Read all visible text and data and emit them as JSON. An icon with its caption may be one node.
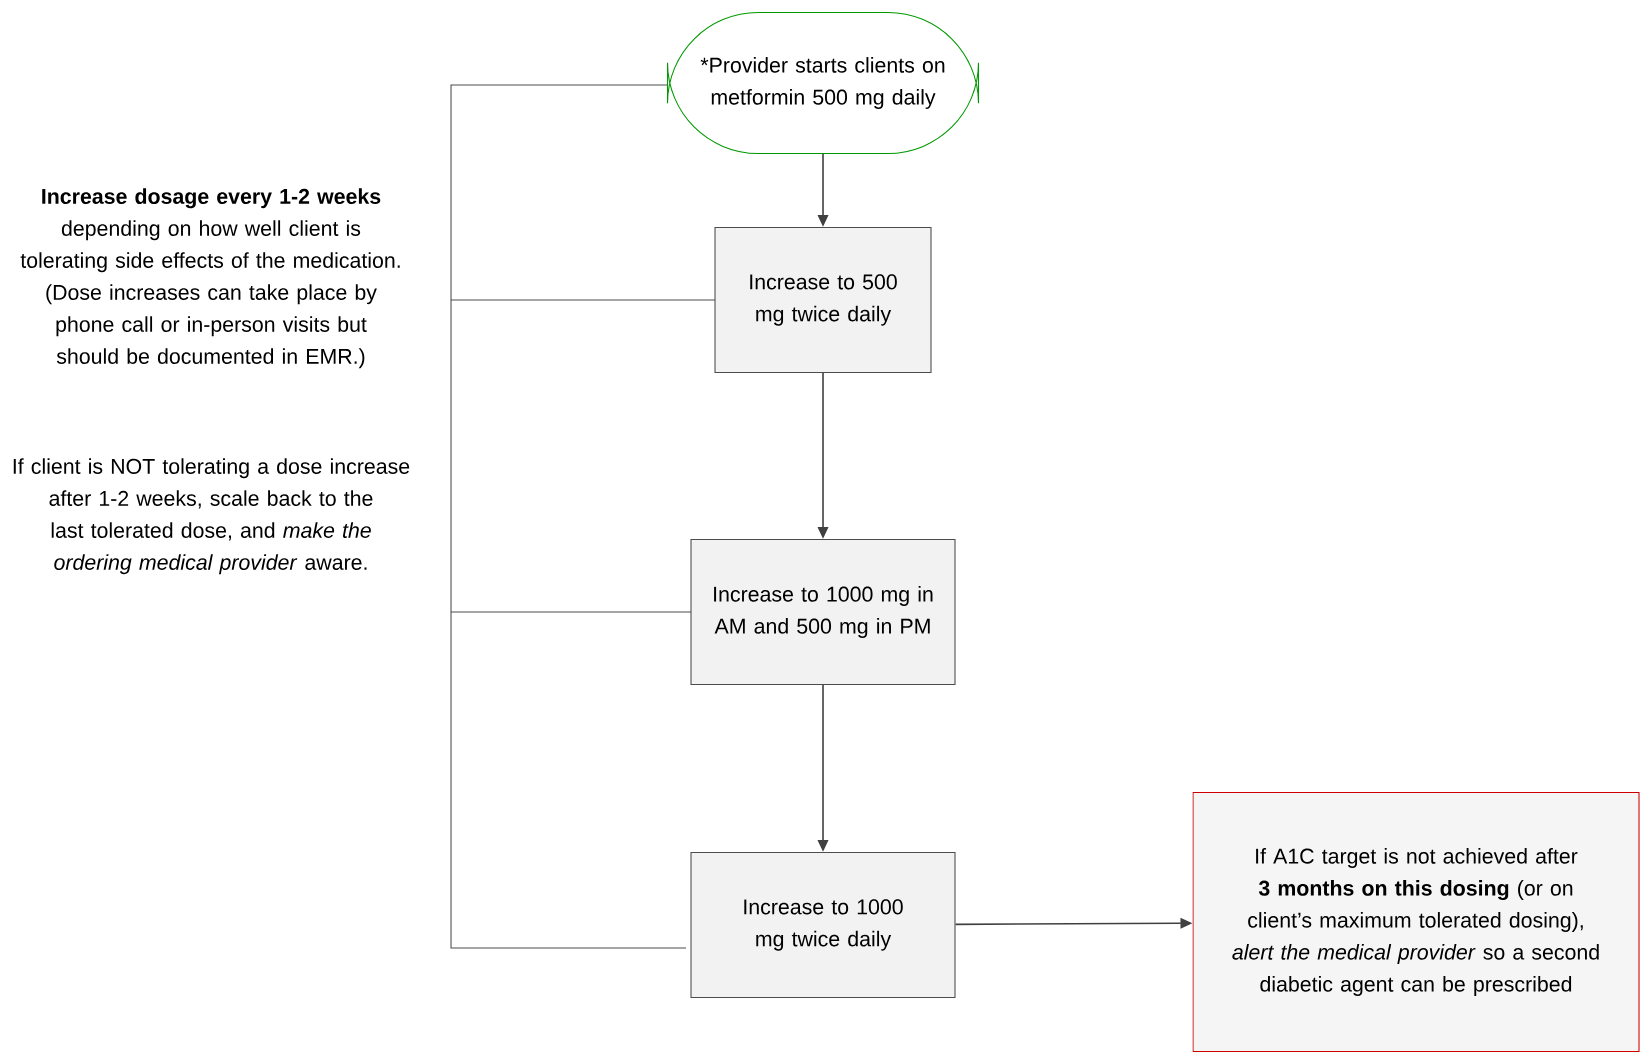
{
  "diagram": {
    "nodes": [
      {
        "text": [
          "*Provider starts clients on metformin 500 mg daily"
        ]
      },
      {
        "text": [
          "Increase to 500 mg twice daily"
        ]
      },
      {
        "text": [
          "Increase to 1000 mg in AM and 500 mg in PM"
        ]
      },
      {
        "text": [
          "Increase to 1000 mg twice daily"
        ]
      },
      {
        "text": [
          "If A1C target is not achieved after **3 months on this dosing** (or on client’s maximum tolerated dosing), *alert the medical provider* so a second diabetic agent can be prescribed"
        ]
      }
    ],
    "edges": [
      {
        "from": 0,
        "to": 1,
        "arrow": "to"
      },
      {
        "from": 1,
        "to": 2,
        "arrow": "to"
      },
      {
        "from": 2,
        "to": 3,
        "arrow": "to"
      },
      {
        "from": 3,
        "to": 4,
        "arrow": "to"
      }
    ],
    "labels": [
      "**Increase dosage every 1-2 weeks** depending on how well client is tolerating side effects of the medication. (Dose increases can take place by phone call or in-person visits but should be documented in EMR.)",
      "If client is NOT tolerating a dose increase after 1-2 weeks, scale back to the last tolerated dose, and *make the ordering medical provider* aware."
    ]
  }
}
